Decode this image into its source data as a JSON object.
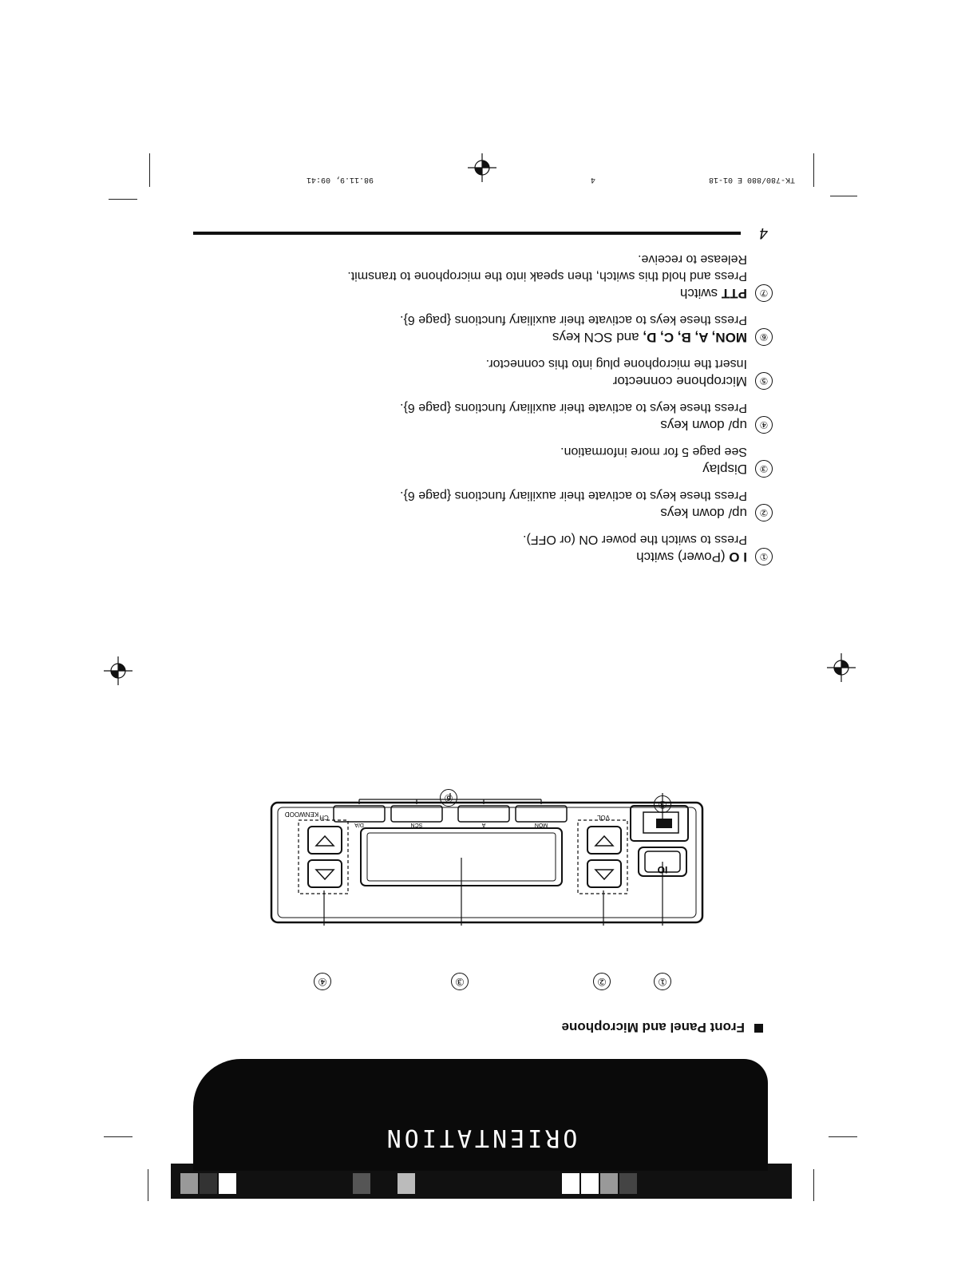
{
  "header": {
    "section_title": "ORIENTATION"
  },
  "figure": {
    "heading": "Front Panel and Microphone",
    "brand": "KENWOOD",
    "labels": {
      "ch": "CH",
      "vol": "VOL",
      "power": "IO",
      "mon": "MON",
      "a": "A",
      "scn": "SCN",
      "da": "D/A"
    },
    "callouts": [
      "①",
      "②",
      "③",
      "④",
      "⑤",
      "⑥"
    ]
  },
  "items": [
    {
      "num": "①",
      "title_bold": "I O",
      "title_rest": " (Power) switch",
      "desc": "Press to switch the power ON (or OFF)."
    },
    {
      "num": "②",
      "title_bold": "",
      "title_rest": "up/ down keys",
      "desc": "Press these keys to activate their auxiliary functions {page 6}."
    },
    {
      "num": "③",
      "title_bold": "",
      "title_rest": "Display",
      "desc": "See page 5 for more information."
    },
    {
      "num": "④",
      "title_bold": "",
      "title_rest": "up/ down keys",
      "desc": "Press these keys to activate their auxiliary functions {page 6}."
    },
    {
      "num": "⑤",
      "title_bold": "",
      "title_rest": "Microphone connector",
      "desc": "Insert the microphone plug into this connector."
    },
    {
      "num": "⑥",
      "title_bold": "MON, A, B, C, D,",
      "title_rest": "  and SCN keys",
      "desc": "Press these keys to activate their auxiliary functions {page 6}."
    },
    {
      "num": "⑦",
      "title_bold": "PTT",
      "title_rest": " switch",
      "desc": "Press and hold this switch, then speak into the microphone to transmit.\nRelease to receive."
    }
  ],
  "page": {
    "number": "4",
    "footer_left": "TK-780/880 E 01-18",
    "footer_mid": "4",
    "footer_right": "98.11.9, 09:41"
  }
}
